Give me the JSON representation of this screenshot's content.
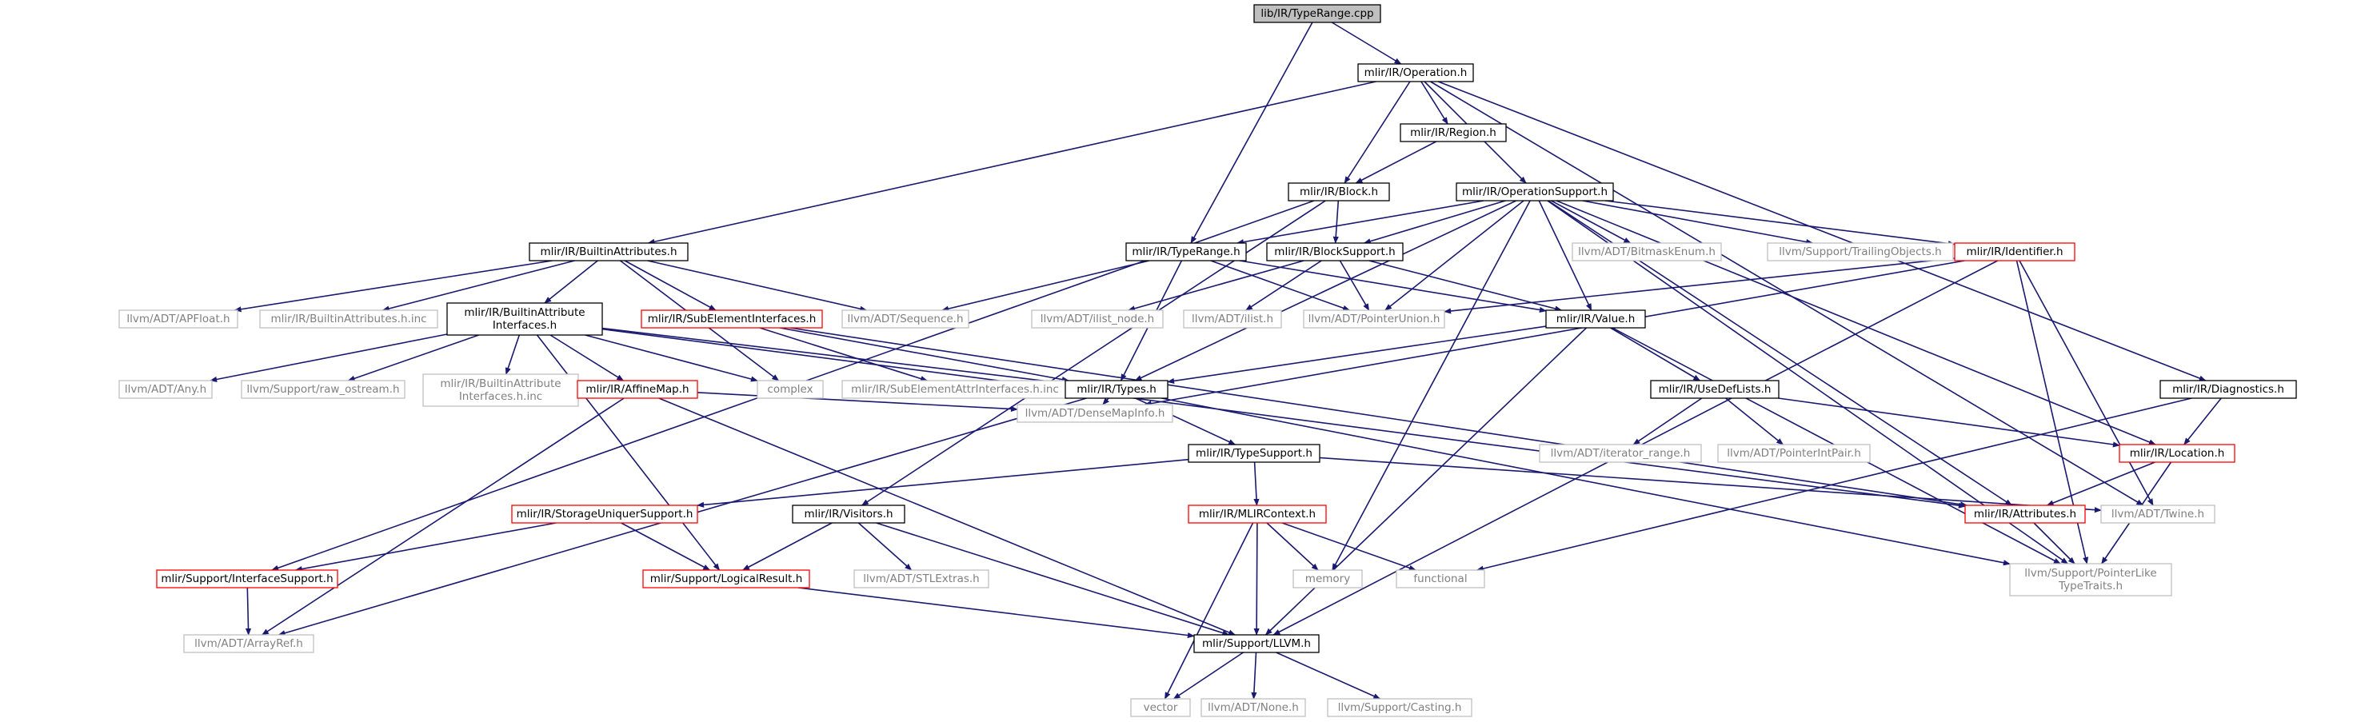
{
  "colors": {
    "background": "#ffffff",
    "root_fill": "#bfbfbf",
    "documented_border": "#000000",
    "truncated_border": "#ff0000",
    "external_border": "#bfbfbf",
    "documented_text": "#000000",
    "external_text": "#808080",
    "edge": "#191970"
  },
  "nodes": [
    {
      "id": "typerange_cpp",
      "kind": "root",
      "label": "lib/IR/TypeRange.cpp"
    },
    {
      "id": "operation_h",
      "kind": "documented",
      "label": "mlir/IR/Operation.h"
    },
    {
      "id": "region_h",
      "kind": "documented",
      "label": "mlir/IR/Region.h"
    },
    {
      "id": "block_h",
      "kind": "documented",
      "label": "mlir/IR/Block.h"
    },
    {
      "id": "operationsupport_h",
      "kind": "documented",
      "label": "mlir/IR/OperationSupport.h"
    },
    {
      "id": "builtinattributes_h",
      "kind": "documented",
      "label": "mlir/IR/BuiltinAttributes.h"
    },
    {
      "id": "typerange_h",
      "kind": "documented",
      "label": "mlir/IR/TypeRange.h"
    },
    {
      "id": "blocksupport_h",
      "kind": "documented",
      "label": "mlir/IR/BlockSupport.h"
    },
    {
      "id": "bitmaskenum_h",
      "kind": "external",
      "label": "llvm/ADT/BitmaskEnum.h"
    },
    {
      "id": "trailingobjects_h",
      "kind": "external",
      "label": "llvm/Support/TrailingObjects.h"
    },
    {
      "id": "identifier_h",
      "kind": "truncated",
      "label": "mlir/IR/Identifier.h"
    },
    {
      "id": "apfloat_h",
      "kind": "external",
      "label": "llvm/ADT/APFloat.h"
    },
    {
      "id": "builtinattributes_inc",
      "kind": "external",
      "label": "mlir/IR/BuiltinAttributes.h.inc"
    },
    {
      "id": "builtinattributeinterfaces_h",
      "kind": "documented",
      "label": "mlir/IR/BuiltinAttribute\nInterfaces.h"
    },
    {
      "id": "subelementinterfaces_h",
      "kind": "truncated",
      "label": "mlir/IR/SubElementInterfaces.h"
    },
    {
      "id": "sequence_h",
      "kind": "external",
      "label": "llvm/ADT/Sequence.h"
    },
    {
      "id": "ilist_node_h",
      "kind": "external",
      "label": "llvm/ADT/ilist_node.h"
    },
    {
      "id": "ilist_h",
      "kind": "external",
      "label": "llvm/ADT/ilist.h"
    },
    {
      "id": "pointerunion_h",
      "kind": "external",
      "label": "llvm/ADT/PointerUnion.h"
    },
    {
      "id": "value_h",
      "kind": "documented",
      "label": "mlir/IR/Value.h"
    },
    {
      "id": "any_h",
      "kind": "external",
      "label": "llvm/ADT/Any.h"
    },
    {
      "id": "raw_ostream_h",
      "kind": "external",
      "label": "llvm/Support/raw_ostream.h"
    },
    {
      "id": "builtinattributeinterfaces_inc",
      "kind": "external",
      "label": "mlir/IR/BuiltinAttribute\nInterfaces.h.inc"
    },
    {
      "id": "affinemap_h",
      "kind": "truncated",
      "label": "mlir/IR/AffineMap.h"
    },
    {
      "id": "complex",
      "kind": "external",
      "label": "complex"
    },
    {
      "id": "subelementattrinterfaces_inc",
      "kind": "external",
      "label": "mlir/IR/SubElementAttrInterfaces.h.inc"
    },
    {
      "id": "types_h",
      "kind": "documented",
      "label": "mlir/IR/Types.h"
    },
    {
      "id": "usedeflists_h",
      "kind": "documented",
      "label": "mlir/IR/UseDefLists.h"
    },
    {
      "id": "diagnostics_h",
      "kind": "documented",
      "label": "mlir/IR/Diagnostics.h"
    },
    {
      "id": "densemapinfo_h",
      "kind": "external",
      "label": "llvm/ADT/DenseMapInfo.h"
    },
    {
      "id": "typesupport_h",
      "kind": "documented",
      "label": "mlir/IR/TypeSupport.h"
    },
    {
      "id": "iterator_range_h",
      "kind": "external",
      "label": "llvm/ADT/iterator_range.h"
    },
    {
      "id": "pointerintpair_h",
      "kind": "external",
      "label": "llvm/ADT/PointerIntPair.h"
    },
    {
      "id": "location_h",
      "kind": "truncated",
      "label": "mlir/IR/Location.h"
    },
    {
      "id": "storageuniquersupport_h",
      "kind": "truncated",
      "label": "mlir/IR/StorageUniquerSupport.h"
    },
    {
      "id": "visitors_h",
      "kind": "documented",
      "label": "mlir/IR/Visitors.h"
    },
    {
      "id": "mlircontext_h",
      "kind": "truncated",
      "label": "mlir/IR/MLIRContext.h"
    },
    {
      "id": "attributes_h",
      "kind": "truncated",
      "label": "mlir/IR/Attributes.h"
    },
    {
      "id": "twine_h",
      "kind": "external",
      "label": "llvm/ADT/Twine.h"
    },
    {
      "id": "interfacesupport_h",
      "kind": "truncated",
      "label": "mlir/Support/InterfaceSupport.h"
    },
    {
      "id": "logicalresult_h",
      "kind": "truncated",
      "label": "mlir/Support/LogicalResult.h"
    },
    {
      "id": "stlextras_h",
      "kind": "external",
      "label": "llvm/ADT/STLExtras.h"
    },
    {
      "id": "memory",
      "kind": "external",
      "label": "memory"
    },
    {
      "id": "functional",
      "kind": "external",
      "label": "functional"
    },
    {
      "id": "pointerliketypetraits_h",
      "kind": "external",
      "label": "llvm/Support/PointerLike\nTypeTraits.h"
    },
    {
      "id": "arrayref_h",
      "kind": "external",
      "label": "llvm/ADT/ArrayRef.h"
    },
    {
      "id": "llvm_h",
      "kind": "documented",
      "label": "mlir/Support/LLVM.h"
    },
    {
      "id": "vector",
      "kind": "external",
      "label": "vector"
    },
    {
      "id": "none_h",
      "kind": "external",
      "label": "llvm/ADT/None.h"
    },
    {
      "id": "casting_h",
      "kind": "external",
      "label": "llvm/Support/Casting.h"
    }
  ],
  "edges": [
    [
      "typerange_cpp",
      "operation_h"
    ],
    [
      "typerange_cpp",
      "typerange_h"
    ],
    [
      "operation_h",
      "region_h"
    ],
    [
      "operation_h",
      "block_h"
    ],
    [
      "operation_h",
      "operationsupport_h"
    ],
    [
      "operation_h",
      "builtinattributes_h"
    ],
    [
      "operation_h",
      "diagnostics_h"
    ],
    [
      "operation_h",
      "twine_h"
    ],
    [
      "region_h",
      "block_h"
    ],
    [
      "block_h",
      "blocksupport_h"
    ],
    [
      "block_h",
      "visitors_h"
    ],
    [
      "block_h",
      "interfacesupport_h"
    ],
    [
      "operationsupport_h",
      "typerange_h"
    ],
    [
      "operationsupport_h",
      "blocksupport_h"
    ],
    [
      "operationsupport_h",
      "bitmaskenum_h"
    ],
    [
      "operationsupport_h",
      "trailingobjects_h"
    ],
    [
      "operationsupport_h",
      "identifier_h"
    ],
    [
      "operationsupport_h",
      "pointerunion_h"
    ],
    [
      "operationsupport_h",
      "value_h"
    ],
    [
      "operationsupport_h",
      "types_h"
    ],
    [
      "operationsupport_h",
      "attributes_h"
    ],
    [
      "operationsupport_h",
      "location_h"
    ],
    [
      "operationsupport_h",
      "memory"
    ],
    [
      "operationsupport_h",
      "pointerliketypetraits_h"
    ],
    [
      "builtinattributes_h",
      "apfloat_h"
    ],
    [
      "builtinattributes_h",
      "builtinattributes_inc"
    ],
    [
      "builtinattributes_h",
      "builtinattributeinterfaces_h"
    ],
    [
      "builtinattributes_h",
      "subelementinterfaces_h"
    ],
    [
      "builtinattributes_h",
      "sequence_h"
    ],
    [
      "builtinattributes_h",
      "complex"
    ],
    [
      "typerange_h",
      "sequence_h"
    ],
    [
      "typerange_h",
      "types_h"
    ],
    [
      "typerange_h",
      "value_h"
    ],
    [
      "typerange_h",
      "pointerunion_h"
    ],
    [
      "blocksupport_h",
      "ilist_node_h"
    ],
    [
      "blocksupport_h",
      "ilist_h"
    ],
    [
      "blocksupport_h",
      "pointerunion_h"
    ],
    [
      "blocksupport_h",
      "value_h"
    ],
    [
      "identifier_h",
      "pointerunion_h"
    ],
    [
      "identifier_h",
      "densemapinfo_h"
    ],
    [
      "identifier_h",
      "llvm_h"
    ],
    [
      "identifier_h",
      "twine_h"
    ],
    [
      "identifier_h",
      "pointerliketypetraits_h"
    ],
    [
      "builtinattributeinterfaces_h",
      "any_h"
    ],
    [
      "builtinattributeinterfaces_h",
      "raw_ostream_h"
    ],
    [
      "builtinattributeinterfaces_h",
      "builtinattributeinterfaces_inc"
    ],
    [
      "builtinattributeinterfaces_h",
      "affinemap_h"
    ],
    [
      "builtinattributeinterfaces_h",
      "complex"
    ],
    [
      "builtinattributeinterfaces_h",
      "types_h"
    ],
    [
      "builtinattributeinterfaces_h",
      "logicalresult_h"
    ],
    [
      "builtinattributeinterfaces_h",
      "attributes_h"
    ],
    [
      "subelementinterfaces_h",
      "subelementattrinterfaces_inc"
    ],
    [
      "subelementinterfaces_h",
      "types_h"
    ],
    [
      "subelementinterfaces_h",
      "attributes_h"
    ],
    [
      "value_h",
      "types_h"
    ],
    [
      "value_h",
      "usedeflists_h"
    ],
    [
      "value_h",
      "llvm_h"
    ],
    [
      "value_h",
      "pointerliketypetraits_h"
    ],
    [
      "affinemap_h",
      "densemapinfo_h"
    ],
    [
      "affinemap_h",
      "arrayref_h"
    ],
    [
      "affinemap_h",
      "llvm_h"
    ],
    [
      "types_h",
      "densemapinfo_h"
    ],
    [
      "types_h",
      "typesupport_h"
    ],
    [
      "types_h",
      "arrayref_h"
    ],
    [
      "types_h",
      "pointerliketypetraits_h"
    ],
    [
      "usedeflists_h",
      "iterator_range_h"
    ],
    [
      "usedeflists_h",
      "pointerintpair_h"
    ],
    [
      "usedeflists_h",
      "location_h"
    ],
    [
      "diagnostics_h",
      "location_h"
    ],
    [
      "diagnostics_h",
      "functional"
    ],
    [
      "typesupport_h",
      "storageuniquersupport_h"
    ],
    [
      "typesupport_h",
      "mlircontext_h"
    ],
    [
      "typesupport_h",
      "twine_h"
    ],
    [
      "location_h",
      "attributes_h"
    ],
    [
      "location_h",
      "pointerliketypetraits_h"
    ],
    [
      "storageuniquersupport_h",
      "interfacesupport_h"
    ],
    [
      "storageuniquersupport_h",
      "logicalresult_h"
    ],
    [
      "visitors_h",
      "logicalresult_h"
    ],
    [
      "visitors_h",
      "stlextras_h"
    ],
    [
      "visitors_h",
      "llvm_h"
    ],
    [
      "mlircontext_h",
      "llvm_h"
    ],
    [
      "mlircontext_h",
      "memory"
    ],
    [
      "mlircontext_h",
      "functional"
    ],
    [
      "mlircontext_h",
      "vector"
    ],
    [
      "attributes_h",
      "pointerliketypetraits_h"
    ],
    [
      "interfacesupport_h",
      "arrayref_h"
    ],
    [
      "logicalresult_h",
      "llvm_h"
    ],
    [
      "llvm_h",
      "vector"
    ],
    [
      "llvm_h",
      "none_h"
    ],
    [
      "llvm_h",
      "casting_h"
    ]
  ]
}
